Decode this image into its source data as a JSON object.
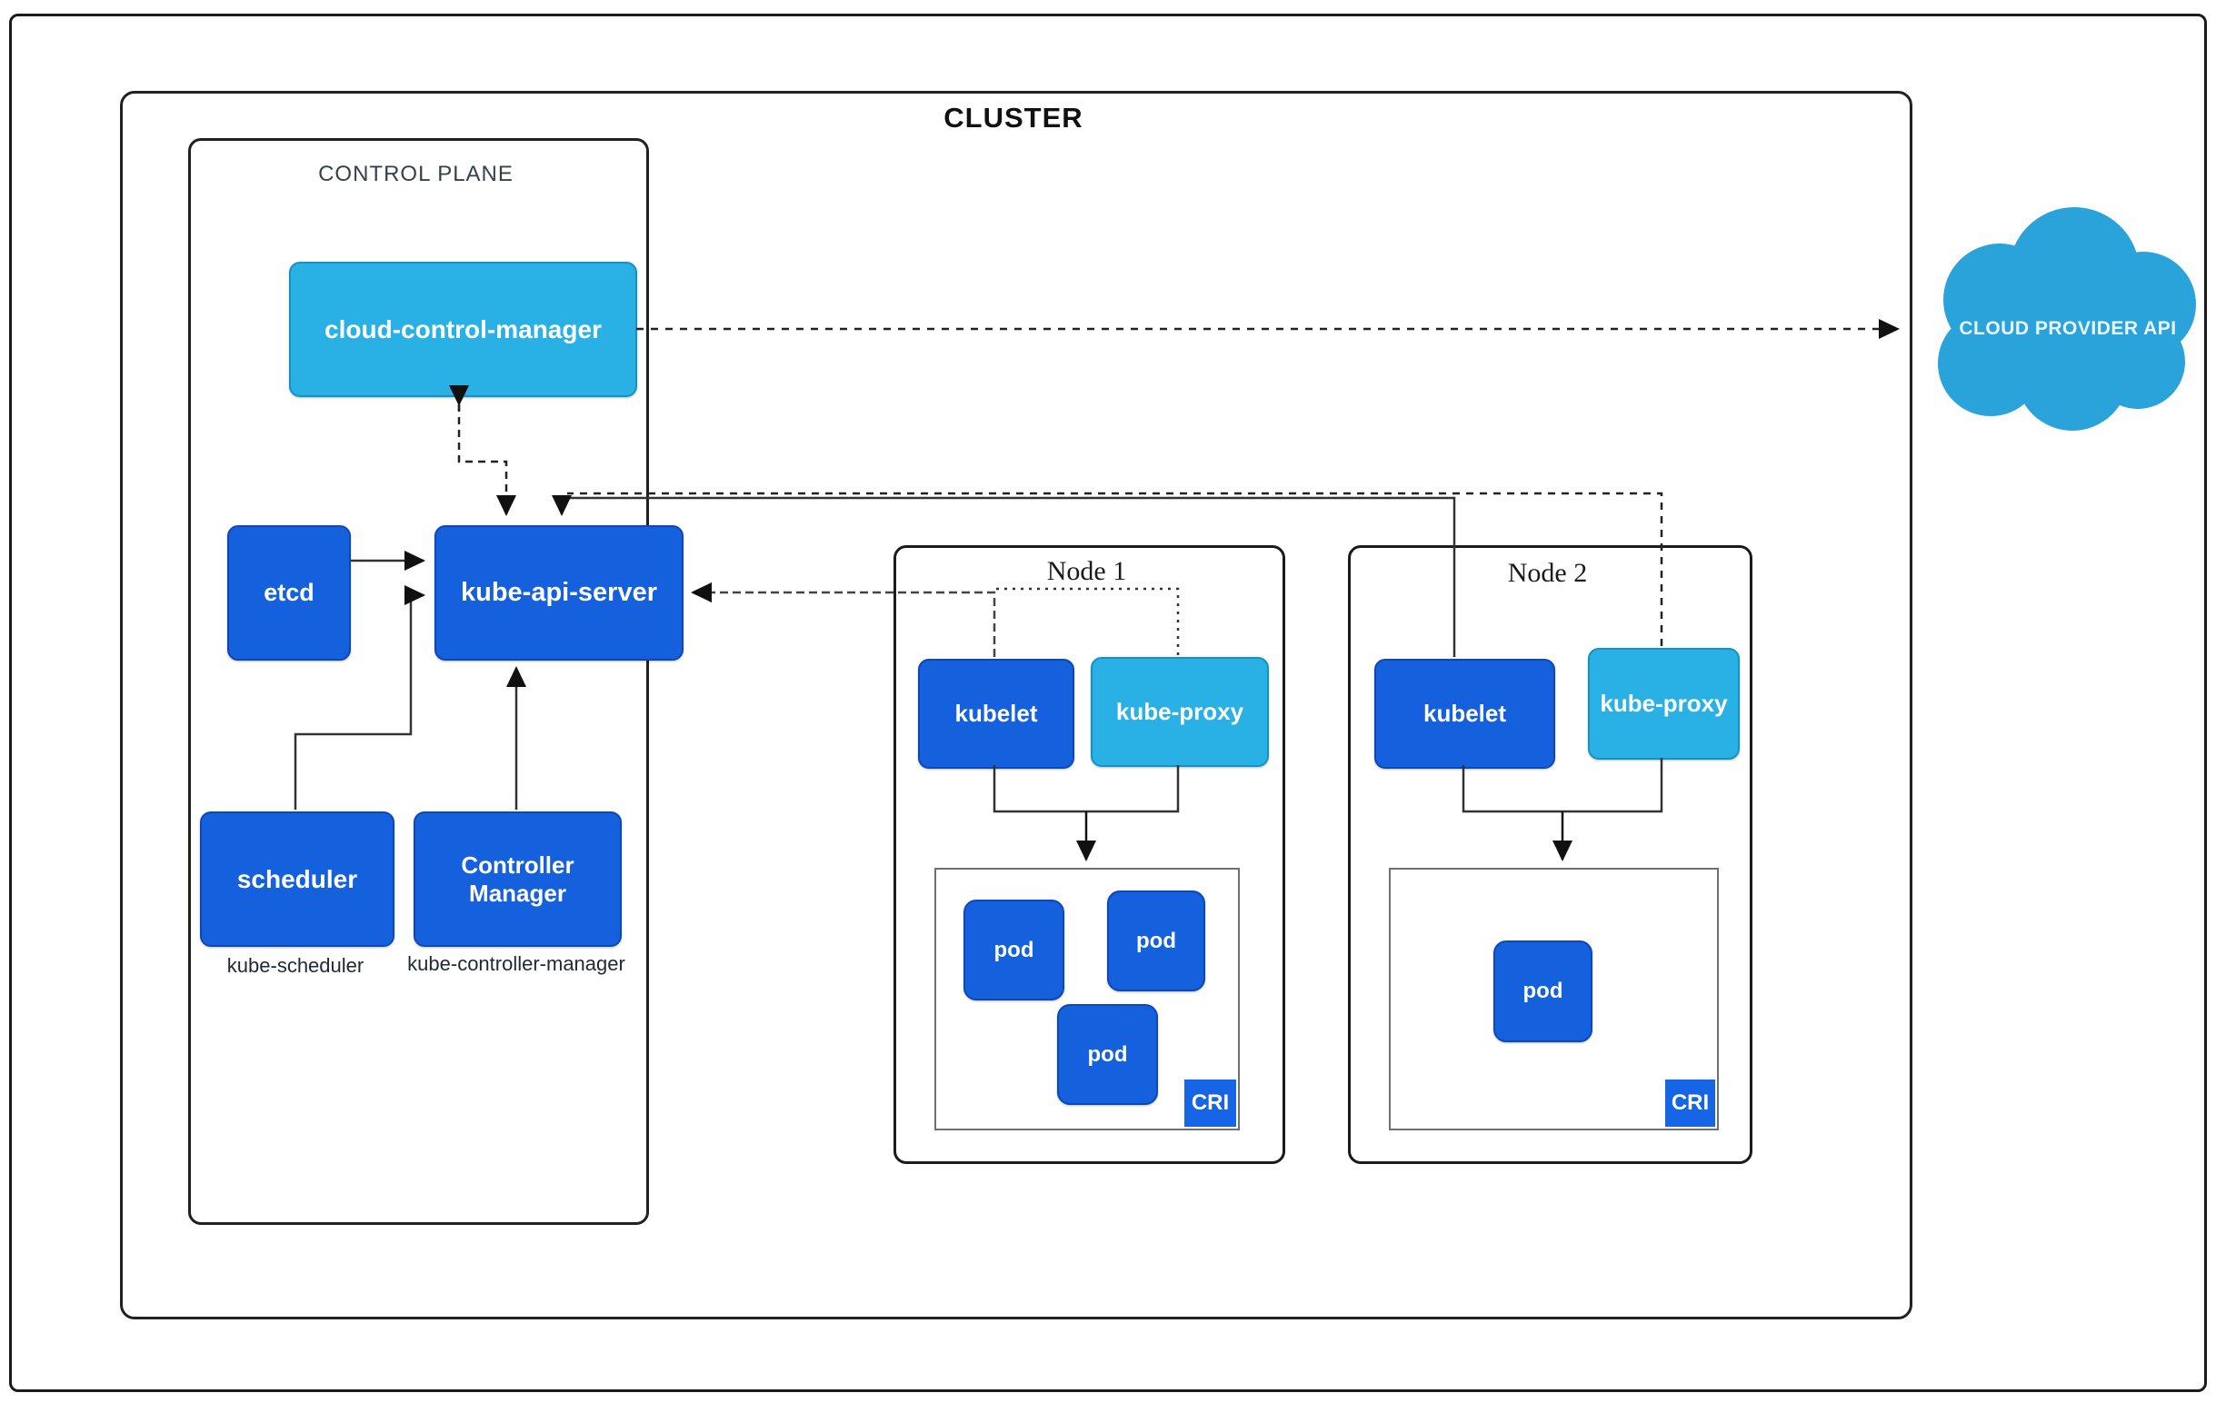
{
  "diagram": {
    "title": "CLUSTER",
    "control_plane": {
      "label": "CONTROL PLANE",
      "cloud_control_manager": "cloud-control-manager",
      "etcd": "etcd",
      "api_server": "kube-api-server",
      "scheduler": "scheduler",
      "scheduler_sublabel": "kube-scheduler",
      "controller_manager": "Controller Manager",
      "controller_manager_sublabel": "kube-controller-manager"
    },
    "nodes": [
      {
        "label": "Node 1",
        "kubelet": "kubelet",
        "kube_proxy": "kube-proxy",
        "cri": "CRI",
        "pods": [
          "pod",
          "pod",
          "pod"
        ]
      },
      {
        "label": "Node 2",
        "kubelet": "kubelet",
        "kube_proxy": "kube-proxy",
        "cri": "CRI",
        "pods": [
          "pod"
        ]
      }
    ],
    "cloud_provider": {
      "label": "CLOUD PROVIDER API"
    },
    "colors": {
      "dark_blue": "#1560dd",
      "light_blue": "#29b1e6",
      "cloud_blue": "#2aa3da",
      "frame_black": "#1b1b1b",
      "cri_gray_border": "#6f6f6f"
    }
  }
}
